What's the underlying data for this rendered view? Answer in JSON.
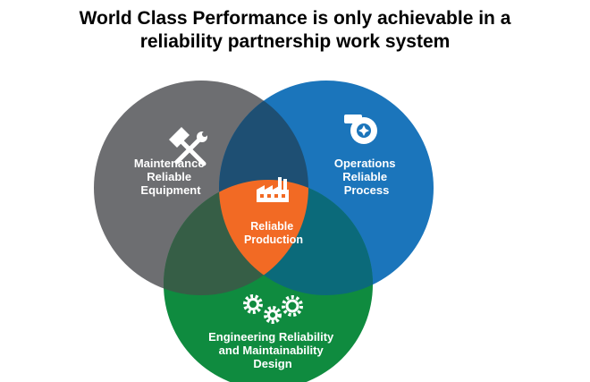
{
  "title": {
    "line1": "World Class Performance is only achievable in a",
    "line2": "reliability partnership work system"
  },
  "circles": {
    "maintenance": {
      "label_lines": [
        "Maintenance",
        "Reliable",
        "Equipment"
      ],
      "color": "#6d6e71",
      "icon": "hammer-wrench-icon"
    },
    "operations": {
      "label_lines": [
        "Operations",
        "Reliable",
        "Process"
      ],
      "color": "#1b75bb",
      "icon": "pump-icon"
    },
    "engineering": {
      "label_lines": [
        "Engineering Reliability",
        "and Maintainability",
        "Design"
      ],
      "color": "#0f8b3f",
      "icon": "gears-icon"
    }
  },
  "center": {
    "label_lines": [
      "Reliable",
      "Production"
    ],
    "color": "#f26a24",
    "icon": "factory-icon"
  },
  "overlaps": {
    "maintenance_operations": "#1e4f73",
    "maintenance_engineering": "#365e46",
    "operations_engineering": "#0b6a7a"
  }
}
